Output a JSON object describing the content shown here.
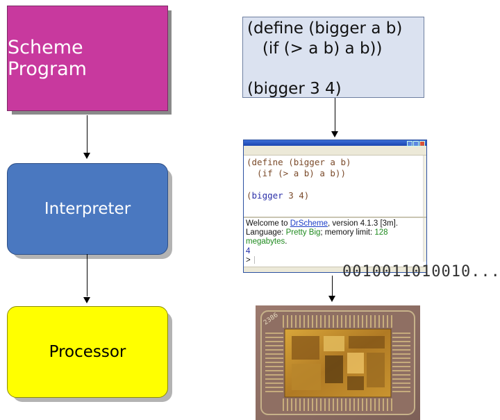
{
  "boxes": {
    "scheme": "Scheme Program",
    "interpreter": "Interpreter",
    "processor": "Processor"
  },
  "code": {
    "line1": "(define (bigger a b)",
    "line2": "   (if (> a b) a b))",
    "line3": "",
    "line4": "(bigger 3 4)"
  },
  "drscheme": {
    "defs_line1": "(define (bigger a b)",
    "defs_line2": "  (if (> a b) a b))",
    "defs_line4_paren": "(",
    "defs_line4_name": "bigger",
    "defs_line4_args": " 3 4)",
    "welcome_prefix": "Welcome to ",
    "welcome_link": "DrScheme",
    "welcome_suffix": ", version 4.1.3 [3m].",
    "lang_prefix": "Language: ",
    "lang_name": "Pretty Big",
    "lang_mid": "; memory limit: ",
    "lang_mem": "128",
    "lang_unit": "megabytes",
    "lang_end": ".",
    "result": "4",
    "prompt": ">"
  },
  "binary": "0010011010010..."
}
